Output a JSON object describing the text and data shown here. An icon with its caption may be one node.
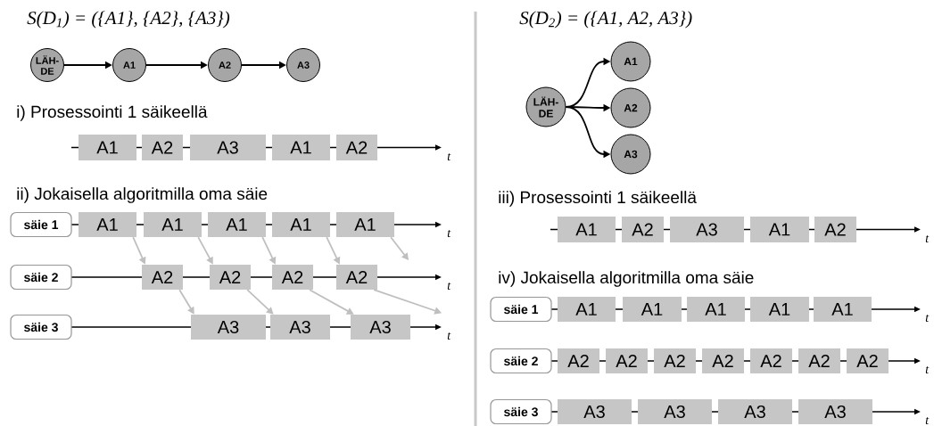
{
  "diagram": {
    "nodes": [
      {
        "text": [
          "LÄH-DE"
        ]
      },
      {
        "text": [
          "A1"
        ]
      },
      {
        "text": [
          "A2"
        ]
      },
      {
        "text": [
          "A3"
        ]
      },
      {
        "text": [
          "A1"
        ]
      },
      {
        "text": [
          "A2"
        ]
      },
      {
        "text": [
          "A3"
        ]
      },
      {
        "text": [
          "A1"
        ]
      },
      {
        "text": [
          "A2"
        ]
      },
      {
        "text": [
          "säie 1"
        ]
      },
      {
        "text": [
          "A1"
        ]
      },
      {
        "text": [
          "A1"
        ]
      },
      {
        "text": [
          "A1"
        ]
      },
      {
        "text": [
          "A1"
        ]
      },
      {
        "text": [
          "A1"
        ]
      },
      {
        "text": [
          "säie 2"
        ]
      },
      {
        "text": [
          "A2"
        ]
      },
      {
        "text": [
          "A2"
        ]
      },
      {
        "text": [
          "A2"
        ]
      },
      {
        "text": [
          "A2"
        ]
      },
      {
        "text": [
          "säie 3"
        ]
      },
      {
        "text": [
          "A3"
        ]
      },
      {
        "text": [
          "A3"
        ]
      },
      {
        "text": [
          "A3"
        ]
      },
      {
        "text": [
          "LÄH-DE"
        ]
      },
      {
        "text": [
          "A1"
        ]
      },
      {
        "text": [
          "A2"
        ]
      },
      {
        "text": [
          "A3"
        ]
      },
      {
        "text": [
          "A1"
        ]
      },
      {
        "text": [
          "A2"
        ]
      },
      {
        "text": [
          "A3"
        ]
      },
      {
        "text": [
          "A1"
        ]
      },
      {
        "text": [
          "A2"
        ]
      },
      {
        "text": [
          "säie 1"
        ]
      },
      {
        "text": [
          "A1"
        ]
      },
      {
        "text": [
          "A1"
        ]
      },
      {
        "text": [
          "A1"
        ]
      },
      {
        "text": [
          "A1"
        ]
      },
      {
        "text": [
          "A1"
        ]
      },
      {
        "text": [
          "säie 2"
        ]
      },
      {
        "text": [
          "A2"
        ]
      },
      {
        "text": [
          "A2"
        ]
      },
      {
        "text": [
          "A2"
        ]
      },
      {
        "text": [
          "A2"
        ]
      },
      {
        "text": [
          "A2"
        ]
      },
      {
        "text": [
          "A2"
        ]
      },
      {
        "text": [
          "A2"
        ]
      },
      {
        "text": [
          "säie 3"
        ]
      },
      {
        "text": [
          "A3"
        ]
      },
      {
        "text": [
          "A3"
        ]
      },
      {
        "text": [
          "A3"
        ]
      },
      {
        "text": [
          "A3"
        ]
      }
    ],
    "edges": [
      {
        "from": 0,
        "to": 1,
        "arrow": "to",
        "color": "#000000"
      },
      {
        "from": 1,
        "to": 2,
        "arrow": "to",
        "color": "#000000"
      },
      {
        "from": 2,
        "to": 3,
        "arrow": "to",
        "color": "#000000"
      },
      {
        "from": 10,
        "to": 16,
        "arrow": "to"
      },
      {
        "from": 11,
        "to": 17,
        "arrow": "to"
      },
      {
        "from": 12,
        "to": 18,
        "arrow": "to"
      },
      {
        "from": 13,
        "to": 19,
        "arrow": "to"
      },
      {
        "from": 14,
        "to": null,
        "arrow": "to"
      },
      {
        "from": 16,
        "to": 21,
        "arrow": "to"
      },
      {
        "from": 17,
        "to": 22,
        "arrow": "to"
      },
      {
        "from": 18,
        "to": 23,
        "arrow": "to"
      },
      {
        "from": 19,
        "to": null,
        "arrow": "to"
      },
      {
        "from": 24,
        "to": 25,
        "arrow": "to",
        "color": "#000000"
      },
      {
        "from": 24,
        "to": 26,
        "arrow": "to",
        "color": "#000000"
      },
      {
        "from": 24,
        "to": 27,
        "arrow": "to",
        "color": "#000000"
      }
    ],
    "labels": [
      "S(D$_{1}$) = ({A1}, {A2}, {A3})",
      "i) Prosessointi 1 säikeellä",
      "t",
      "ii) Jokaisella algoritmilla oma säie",
      "t",
      "t",
      "t",
      "S(D$_{2}$) = ({A1, A2, A3})",
      "iii) Prosessointi 1 säikeellä",
      "t",
      "iv) Jokaisella algoritmilla oma säie",
      "t",
      "t",
      "t"
    ]
  }
}
